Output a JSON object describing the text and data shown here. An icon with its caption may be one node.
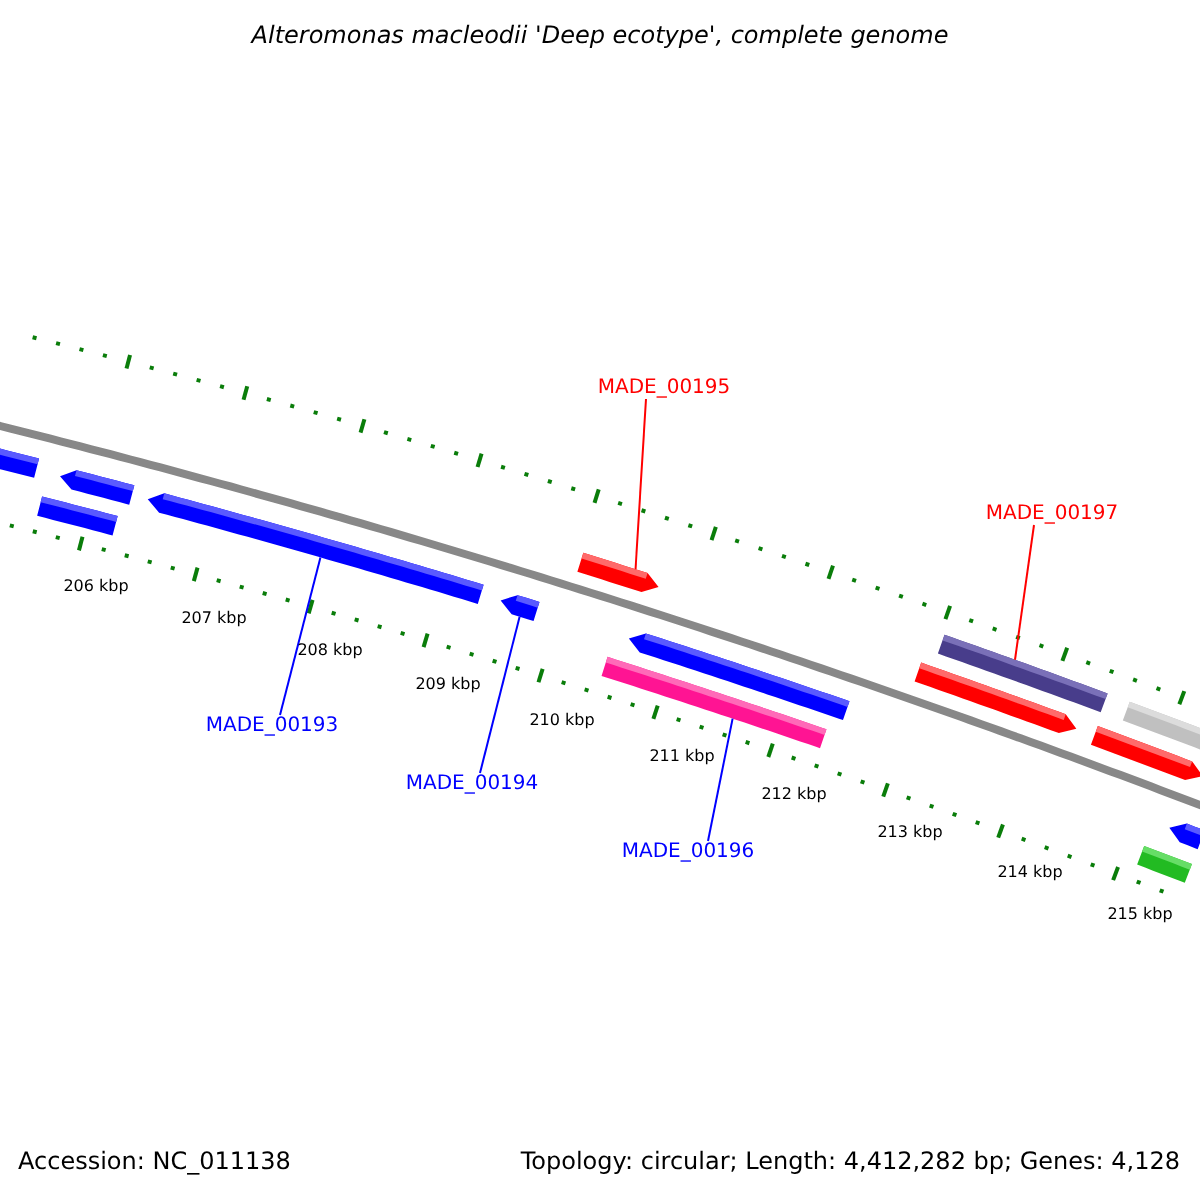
{
  "diagram": {
    "title": "Alteromonas macleodii 'Deep ecotype', complete genome",
    "nodes": [
      {
        "text": [
          "MADE_00195"
        ]
      },
      {
        "text": [
          "MADE_00197"
        ]
      },
      {
        "text": [
          "MADE_00193"
        ]
      },
      {
        "text": [
          "MADE_00194"
        ]
      },
      {
        "text": [
          "MADE_00196"
        ]
      },
      {
        "text": [],
        "shape": "bar"
      },
      {
        "text": [],
        "shape": "bar"
      },
      {
        "text": [],
        "shape": "bar"
      },
      {
        "text": [],
        "shape": "bar"
      },
      {
        "text": [],
        "shape": "bar"
      },
      {
        "text": [],
        "shape": "bar"
      },
      {
        "text": [],
        "shape": "bar"
      },
      {
        "text": [],
        "shape": "bar"
      },
      {
        "text": [],
        "shape": "bar"
      },
      {
        "text": [],
        "shape": "bar"
      },
      {
        "text": [],
        "shape": "bar"
      },
      {
        "text": [],
        "shape": "bar"
      },
      {
        "text": [],
        "shape": "bar"
      },
      {
        "text": [],
        "shape": "bar"
      }
    ],
    "edges": [
      {
        "from": 0,
        "to": 10,
        "arrow": "none",
        "color": "#ff0000"
      },
      {
        "from": 1,
        "to": 13,
        "arrow": "none",
        "color": "#ff0000"
      },
      {
        "from": 2,
        "to": 8,
        "arrow": "none"
      },
      {
        "from": 3,
        "to": 9,
        "arrow": "none"
      },
      {
        "from": 4,
        "to": 12,
        "arrow": "none"
      }
    ],
    "labels": [
      "206 kbp",
      "207 kbp",
      "208 kbp",
      "209 kbp",
      "210 kbp",
      "211 kbp",
      "212 kbp",
      "213 kbp",
      "214 kbp",
      "215 kbp",
      "Accession: NC_011138",
      "Topology: circular; Length: 4,412,282 bp; Genes: 4,128"
    ]
  }
}
